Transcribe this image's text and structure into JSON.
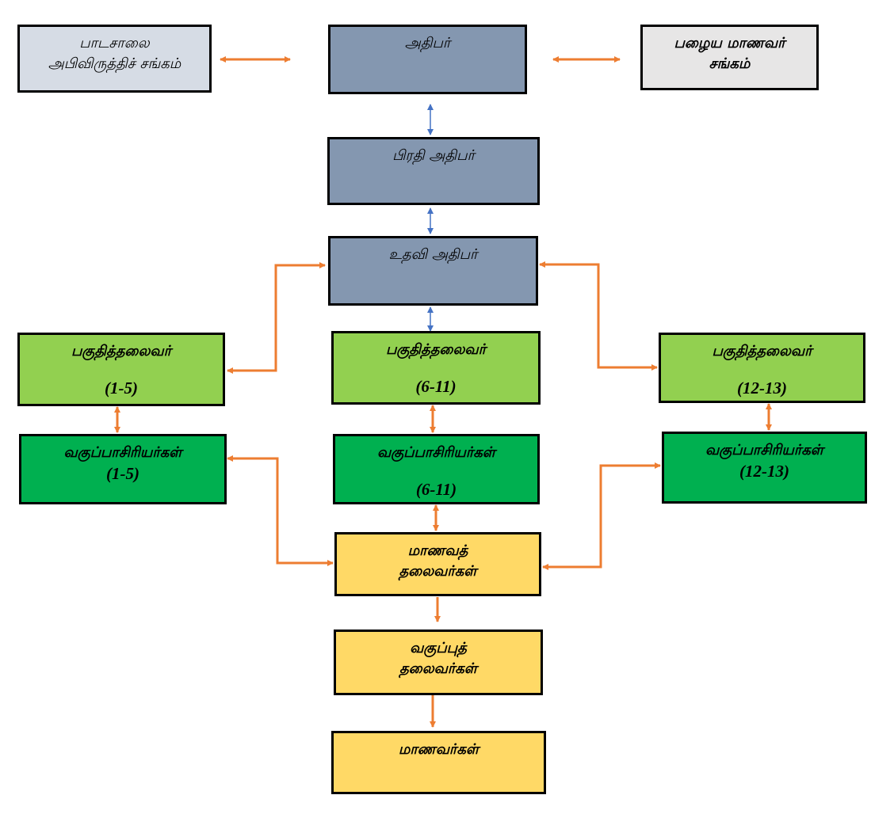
{
  "colors": {
    "orange_arrow": "#ed7d31",
    "blue_arrow": "#4472c4",
    "gray_blue": "#8497b0",
    "light_blue_gray": "#d6dce5",
    "light_gray": "#e7e6e6",
    "light_green": "#92d050",
    "green": "#00b050",
    "yellow": "#ffd966"
  },
  "nodes": {
    "school_dev_society": {
      "line1": "பாடசாலை",
      "line2": "அபிவிருத்திச் சங்கம்"
    },
    "principal": {
      "line1": "அதிபர்"
    },
    "old_students_assoc": {
      "line1": "பழைய மாணவர்",
      "line2": "சங்கம்"
    },
    "deputy_principal": {
      "line1": "பிரதி அதிபர்"
    },
    "assistant_principal": {
      "line1": "உதவி அதிபர்"
    },
    "section_head_1_5": {
      "line1": "பகுதித்தலைவர்",
      "line2": "(1-5)"
    },
    "section_head_6_11": {
      "line1": "பகுதித்தலைவர்",
      "line2": "(6-11)"
    },
    "section_head_12_13": {
      "line1": "பகுதித்தலைவர்",
      "line2": "(12-13)"
    },
    "class_teachers_1_5": {
      "line1": "வகுப்பாசிரியர்கள்",
      "line2": "(1-5)"
    },
    "class_teachers_6_11": {
      "line1": "வகுப்பாசிரியர்கள்",
      "line2": "(6-11)"
    },
    "class_teachers_12_13": {
      "line1": "வகுப்பாசிரியர்கள்",
      "line2": "(12-13)"
    },
    "student_leaders": {
      "line1": "மாணவத்",
      "line2": "தலைவர்கள்"
    },
    "class_leaders": {
      "line1": "வகுப்புத்",
      "line2": "தலைவர்கள்"
    },
    "students": {
      "line1": "மாணவர்கள்"
    }
  },
  "edges": [
    {
      "from": "school_dev_society",
      "to": "principal",
      "type": "bidirectional",
      "color": "orange"
    },
    {
      "from": "principal",
      "to": "old_students_assoc",
      "type": "bidirectional",
      "color": "orange"
    },
    {
      "from": "principal",
      "to": "deputy_principal",
      "type": "bidirectional",
      "color": "blue"
    },
    {
      "from": "deputy_principal",
      "to": "assistant_principal",
      "type": "bidirectional",
      "color": "blue"
    },
    {
      "from": "assistant_principal",
      "to": "section_head_6_11",
      "type": "bidirectional",
      "color": "blue"
    },
    {
      "from": "assistant_principal",
      "to": "section_head_1_5",
      "type": "bidirectional",
      "color": "orange"
    },
    {
      "from": "assistant_principal",
      "to": "section_head_12_13",
      "type": "bidirectional",
      "color": "orange"
    },
    {
      "from": "section_head_1_5",
      "to": "class_teachers_1_5",
      "type": "bidirectional",
      "color": "orange"
    },
    {
      "from": "section_head_6_11",
      "to": "class_teachers_6_11",
      "type": "bidirectional",
      "color": "orange"
    },
    {
      "from": "section_head_12_13",
      "to": "class_teachers_12_13",
      "type": "bidirectional",
      "color": "orange"
    },
    {
      "from": "class_teachers_1_5",
      "to": "student_leaders",
      "type": "bidirectional",
      "color": "orange"
    },
    {
      "from": "class_teachers_6_11",
      "to": "student_leaders",
      "type": "bidirectional",
      "color": "orange"
    },
    {
      "from": "class_teachers_12_13",
      "to": "student_leaders",
      "type": "bidirectional",
      "color": "orange"
    },
    {
      "from": "student_leaders",
      "to": "class_leaders",
      "type": "directed",
      "color": "orange"
    },
    {
      "from": "class_leaders",
      "to": "students",
      "type": "directed",
      "color": "orange"
    }
  ]
}
